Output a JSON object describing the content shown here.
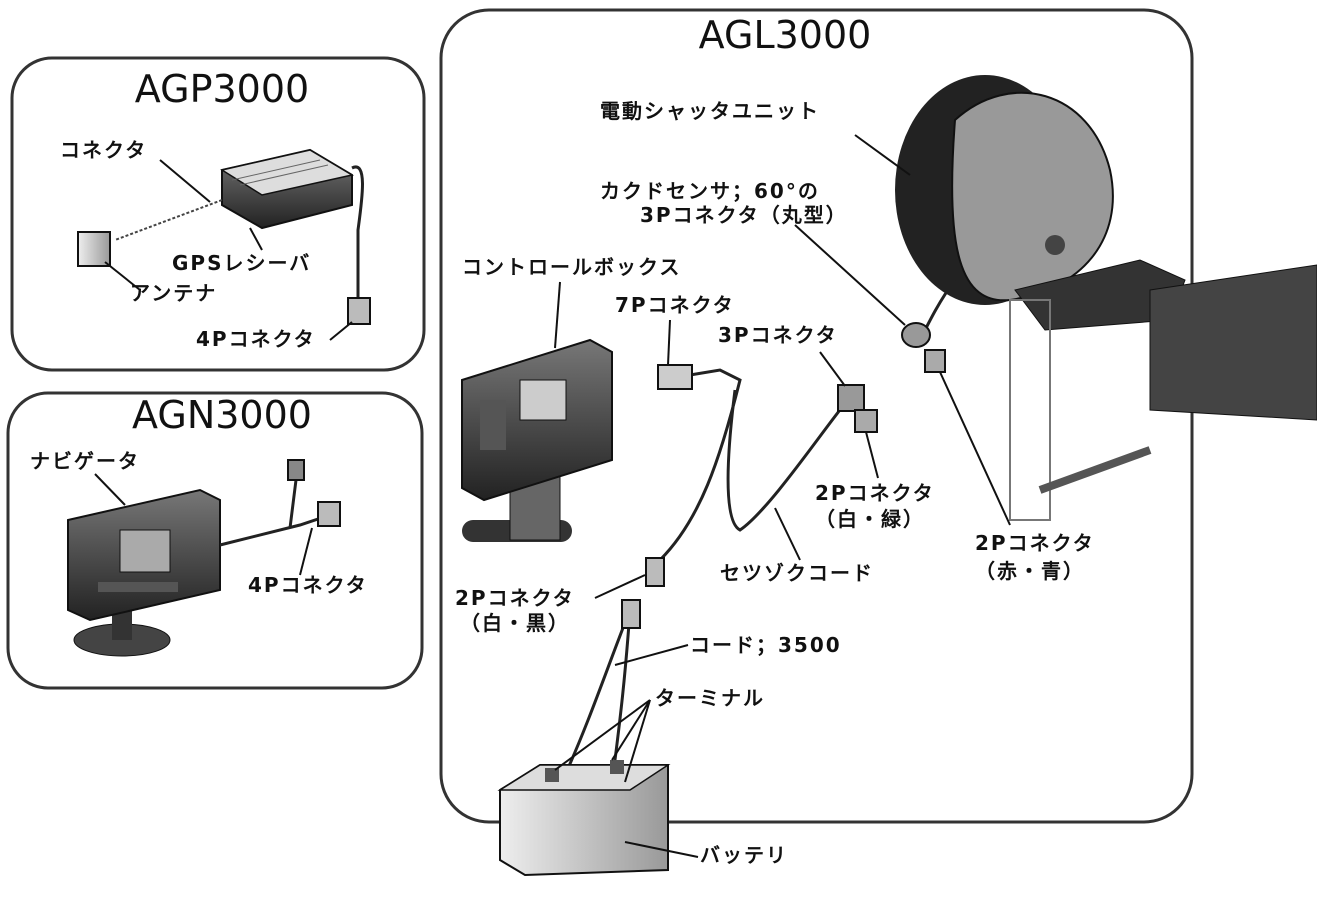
{
  "panels": {
    "agp": {
      "title": "AGP3000"
    },
    "agn": {
      "title": "AGN3000"
    },
    "agl": {
      "title": "AGL3000"
    }
  },
  "labels": {
    "agp_connector": "コネクタ",
    "agp_gps_receiver": "GPSレシーバ",
    "agp_antenna": "アンテナ",
    "agp_4p_connector": "4Pコネクタ",
    "agn_navigator": "ナビゲータ",
    "agn_4p_connector": "4Pコネクタ",
    "shutter_unit": "電動シャッタユニット",
    "angle_sensor_line1": "カクドセンサ；60°の",
    "angle_sensor_line2": "3Pコネクタ（丸型）",
    "control_box": "コントロールボックス",
    "p7_connector": "7Pコネクタ",
    "p3_connector": "3Pコネクタ",
    "p2_white_green_line1": "2Pコネクタ",
    "p2_white_green_line2": "（白・緑）",
    "p2_red_blue_line1": "2Pコネクタ",
    "p2_red_blue_line2": "（赤・青）",
    "connection_cord": "セツゾクコード",
    "p2_white_black_line1": "2Pコネクタ",
    "p2_white_black_line2": "（白・黒）",
    "cord_3500": "コード；3500",
    "terminal": "ターミナル",
    "battery": "バッテリ"
  }
}
